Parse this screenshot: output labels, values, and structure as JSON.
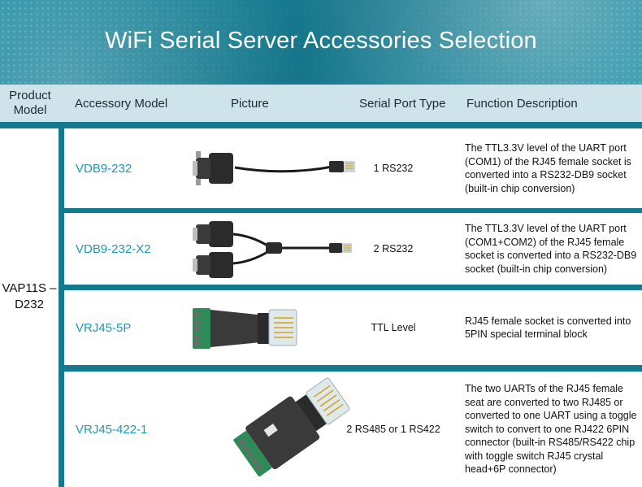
{
  "title": "WiFi Serial Server Accessories Selection",
  "headers": {
    "product_model": "Product Model",
    "accessory_model": "Accessory Model",
    "picture": "Picture",
    "serial_port_type": "Serial Port Type",
    "function_description": "Function Description"
  },
  "product_model": "VAP11S –D232",
  "rows": [
    {
      "accessory_model": "VDB9-232",
      "serial_port_type": "1 RS232",
      "function_description": "The TTL3.3V level of the UART port (COM1) of the RJ45 female socket is converted into a RS232-DB9 socket (built-in chip conversion)"
    },
    {
      "accessory_model": "VDB9-232-X2",
      "serial_port_type": "2 RS232",
      "function_description": "The TTL3.3V level of the UART port (COM1+COM2) of the RJ45 female socket is converted into a RS232-DB9 socket (built-in chip conversion)"
    },
    {
      "accessory_model": "VRJ45-5P",
      "serial_port_type": "TTL Level",
      "function_description": "RJ45 female socket is converted into 5PIN special terminal block"
    },
    {
      "accessory_model": "VRJ45-422-1",
      "serial_port_type": "2 RS485 or 1 RS422",
      "function_description": "The two UARTs of the RJ45 female seat are converted to two RJ485 or converted to one UART using a toggle switch to convert to one RJ422 6PIN connector (built-in RS485/RS422 chip with toggle switch RJ45 crystal head+6P connector)"
    }
  ],
  "icons": {
    "row1": "db9-cable-icon",
    "row2": "dual-db9-cable-icon",
    "row3": "rj45-terminal-adapter-icon",
    "row4": "rj45-rs485-adapter-icon"
  },
  "colors": {
    "accent_teal": "#167a8e",
    "header_bg": "#cfe4ea",
    "model_link": "#1e97b8"
  }
}
